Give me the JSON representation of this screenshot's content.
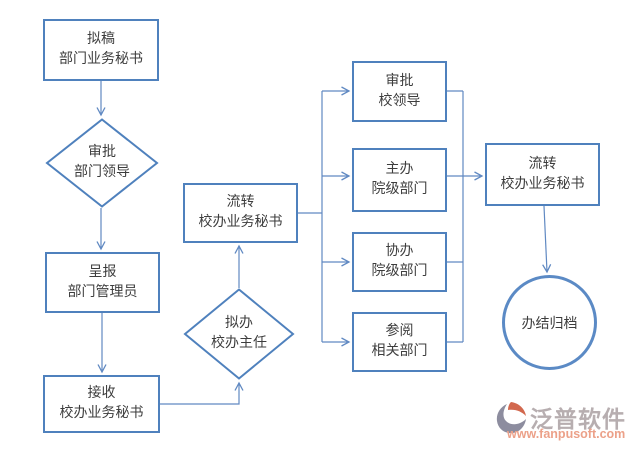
{
  "diagram": {
    "colors": {
      "node_border": "#4f81bd",
      "connector": "#6089c2",
      "node_text": "#3d3d3d"
    },
    "nodes": {
      "draft": {
        "line1": "拟稿",
        "line2": "部门业务秘书"
      },
      "dept_leader_review": {
        "line1": "审批",
        "line2": "部门领导"
      },
      "submit": {
        "line1": "呈报",
        "line2": "部门管理员"
      },
      "receive": {
        "line1": "接收",
        "line2": "校办业务秘书"
      },
      "draft_handle": {
        "line1": "拟办",
        "line2": "校办主任"
      },
      "circulate_mid": {
        "line1": "流转",
        "line2": "校办业务秘书"
      },
      "school_leader_review": {
        "line1": "审批",
        "line2": "校领导"
      },
      "host_dept": {
        "line1": "主办",
        "line2": "院级部门"
      },
      "assist_dept": {
        "line1": "协办",
        "line2": "院级部门"
      },
      "reference_dept": {
        "line1": "参阅",
        "line2": "相关部门"
      },
      "circulate_final": {
        "line1": "流转",
        "line2": "校办业务秘书"
      },
      "archive": {
        "label": "办结归档"
      }
    }
  },
  "watermark": {
    "brand": "泛普软件",
    "url": "www.fanpusoft.com",
    "brand_color": "#b7aeb0",
    "url_color": "#eca189",
    "logo_orange": "#d2684e",
    "logo_gray": "#8d8d9f"
  }
}
